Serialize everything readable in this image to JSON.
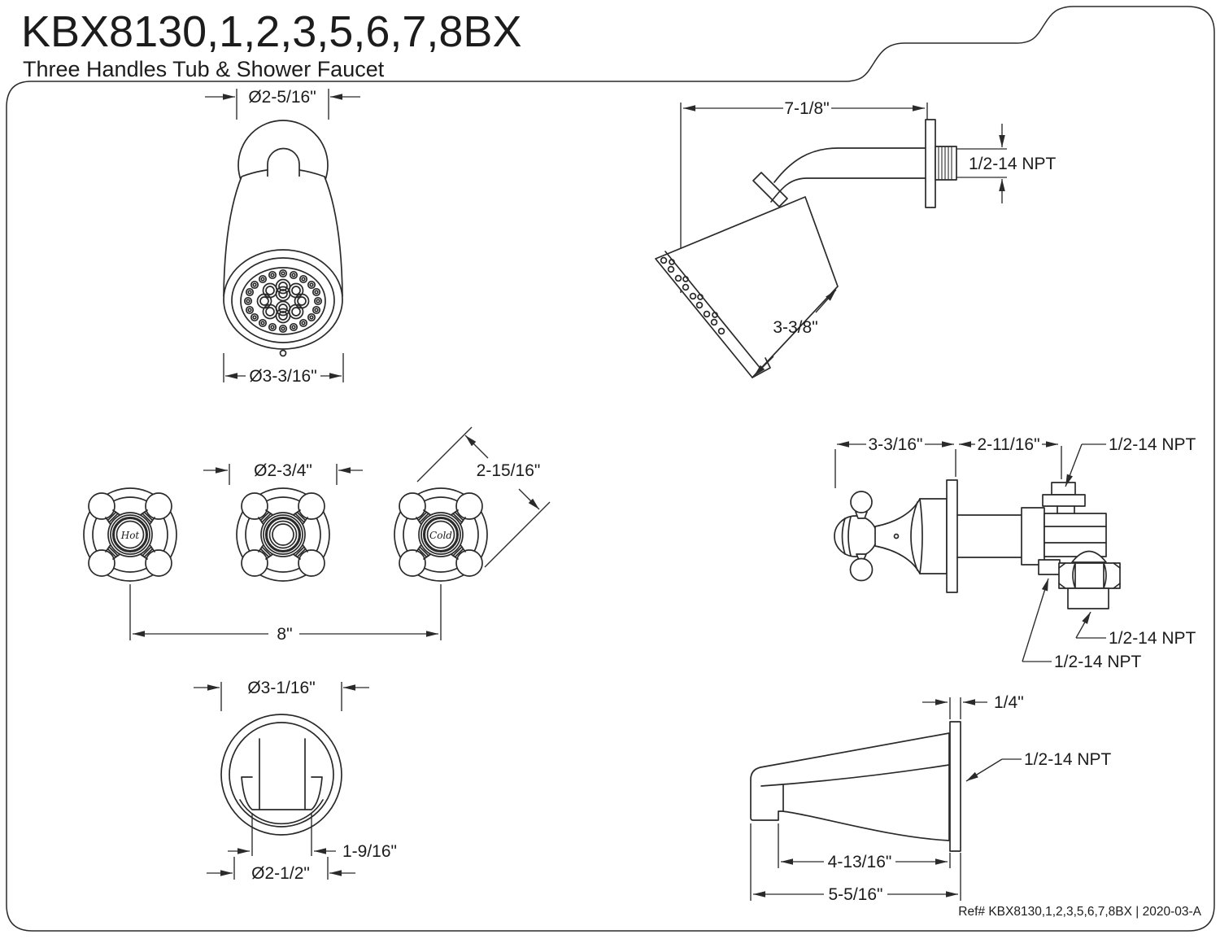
{
  "title": "KBX8130,1,2,3,5,6,7,8BX",
  "subtitle": "Three Handles Tub & Shower Faucet",
  "footer": {
    "ref": "Ref# KBX8130,1,2,3,5,6,7,8BX | 2020-03-A"
  },
  "colors": {
    "line": "#2a2a2a",
    "background": "#ffffff"
  },
  "views": {
    "showerhead_front": {
      "dim_top": "Ø2-5/16\"",
      "dim_face": "Ø3-3/16\""
    },
    "showerhead_side": {
      "dim_projection": "7-1/8\"",
      "thread_spec": "1/2-14 NPT",
      "dim_head": "3-3/8\""
    },
    "handles_front": {
      "dim_handle": "Ø2-3/4\"",
      "dim_diagonal": "2-15/16\"",
      "dim_spread": "8\"",
      "hot_label": "Hot",
      "cold_label": "Cold"
    },
    "valve_side": {
      "dim_handle_depth": "3-3/16\"",
      "dim_valve_depth": "2-11/16\"",
      "thread_top": "1/2-14 NPT",
      "thread_outlet": "1/2-14 NPT",
      "thread_inlet": "1/2-14 NPT"
    },
    "spout_front": {
      "dim_flange": "Ø3-1/16\"",
      "dim_opening": "1-9/16\"",
      "dim_body": "Ø2-1/2\""
    },
    "spout_side": {
      "dim_plate": "1/4\"",
      "thread_spec": "1/2-14 NPT",
      "dim_reach": "4-13/16\"",
      "dim_total": "5-5/16\""
    }
  }
}
